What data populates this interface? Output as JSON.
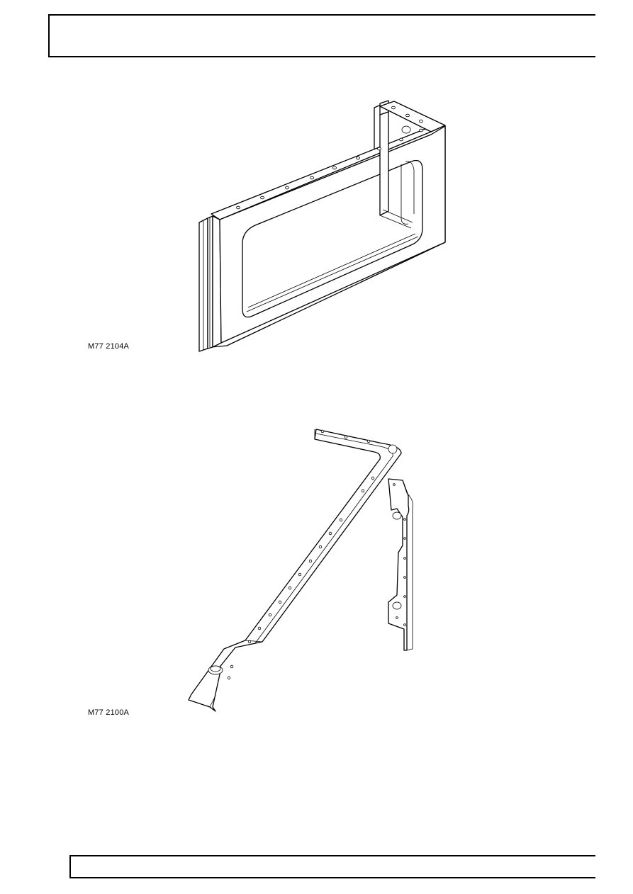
{
  "figures": [
    {
      "label": "M77 2104A",
      "icon": "rear-window-frame-drawing"
    },
    {
      "label": "M77 2100A",
      "icon": "side-frame-members-drawing"
    }
  ]
}
